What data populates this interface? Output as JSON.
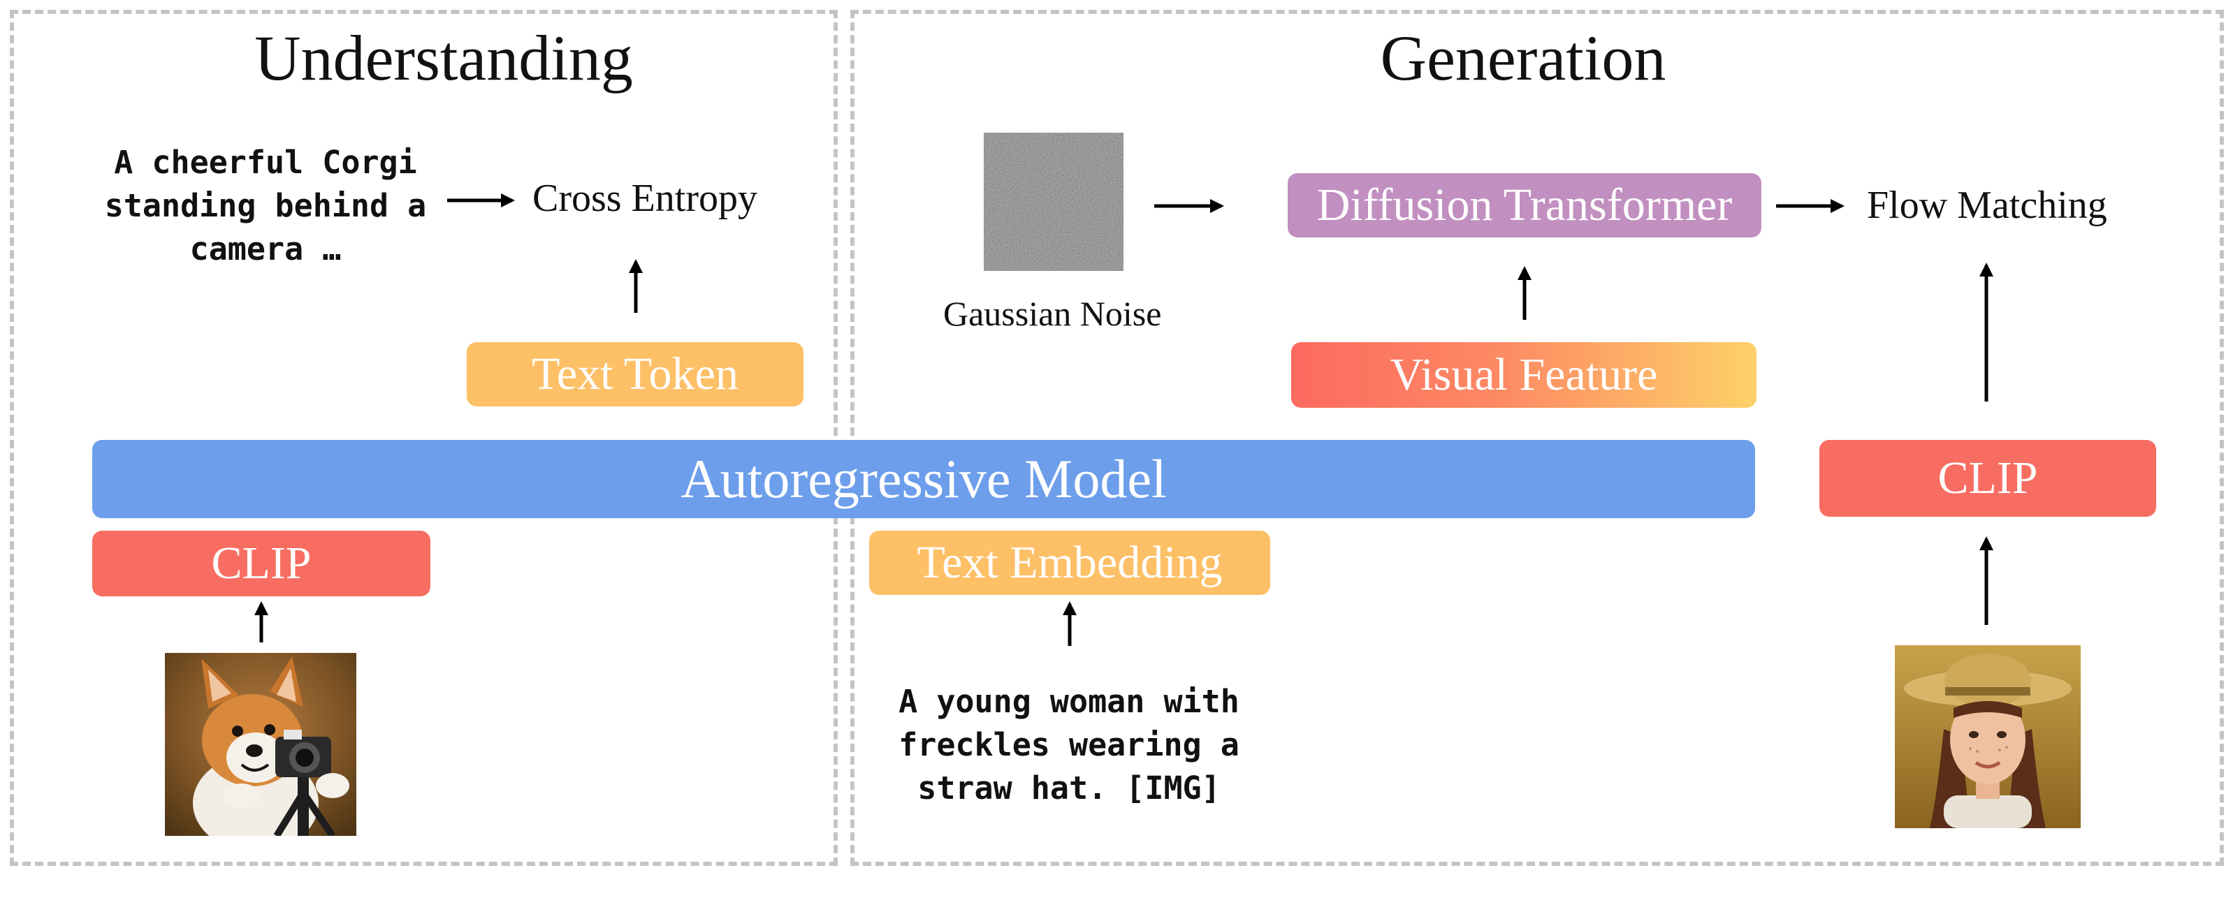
{
  "sections": {
    "understanding": "Understanding",
    "generation": "Generation"
  },
  "understanding": {
    "output_text": [
      "A cheerful Corgi",
      "standing behind a",
      "camera …"
    ],
    "loss": "Cross Entropy",
    "token_box": "Text Token",
    "encoder_box": "CLIP"
  },
  "shared": {
    "model_box": "Autoregressive Model"
  },
  "generation": {
    "noise_label": "Gaussian Noise",
    "transformer_box": "Diffusion Transformer",
    "loss": "Flow Matching",
    "feature_box": "Visual Feature",
    "embedding_box": "Text Embedding",
    "prompt_text": [
      "A young woman with",
      "freckles wearing a",
      "straw hat. [IMG]"
    ],
    "encoder_box": "CLIP"
  },
  "colors": {
    "model_blue": "#6d9eeb",
    "clip_red": "#f86d62",
    "token_orange": "#fdc067",
    "diffusion_purple": "#c18fc0",
    "feature_gradient": [
      "#fc6a60",
      "#fdd169"
    ],
    "panel_border": "#c4c4c4"
  }
}
